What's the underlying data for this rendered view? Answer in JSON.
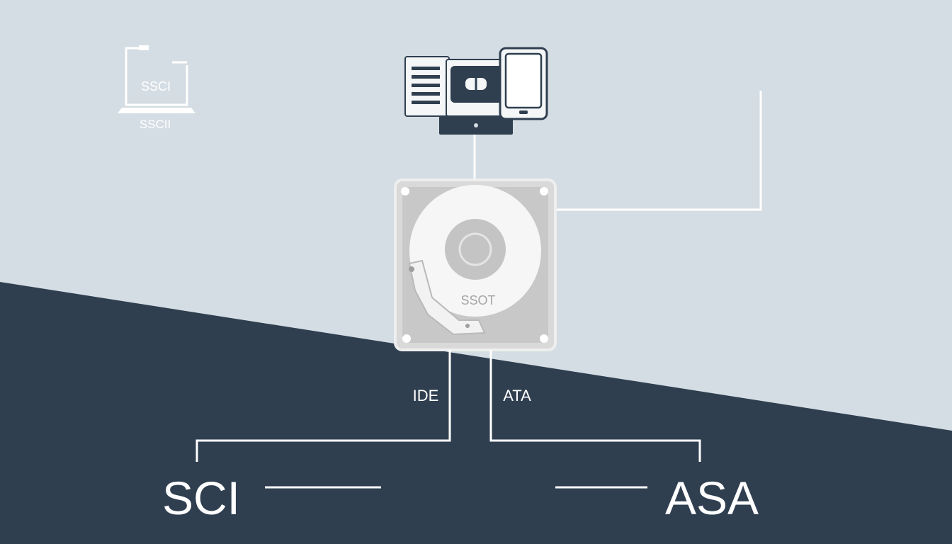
{
  "colors": {
    "background_light": "#d4dde3",
    "background_dark": "#2f3f50",
    "line": "#ffffff",
    "drive_body": "#c9c9c9",
    "device_dark": "#2f3f50"
  },
  "laptop": {
    "icon": "laptop-icon",
    "screen_text": "SSCI",
    "caption": "SSCII"
  },
  "devices": {
    "icons": [
      "server-icon",
      "router-icon",
      "smartphone-icon"
    ]
  },
  "drive": {
    "icon": "hard-drive-icon",
    "label": "SSOT"
  },
  "connectors": {
    "left_label": "IDE",
    "right_label": "ATA"
  },
  "bottom": {
    "left_title": "SCI",
    "right_title": "ASA"
  }
}
